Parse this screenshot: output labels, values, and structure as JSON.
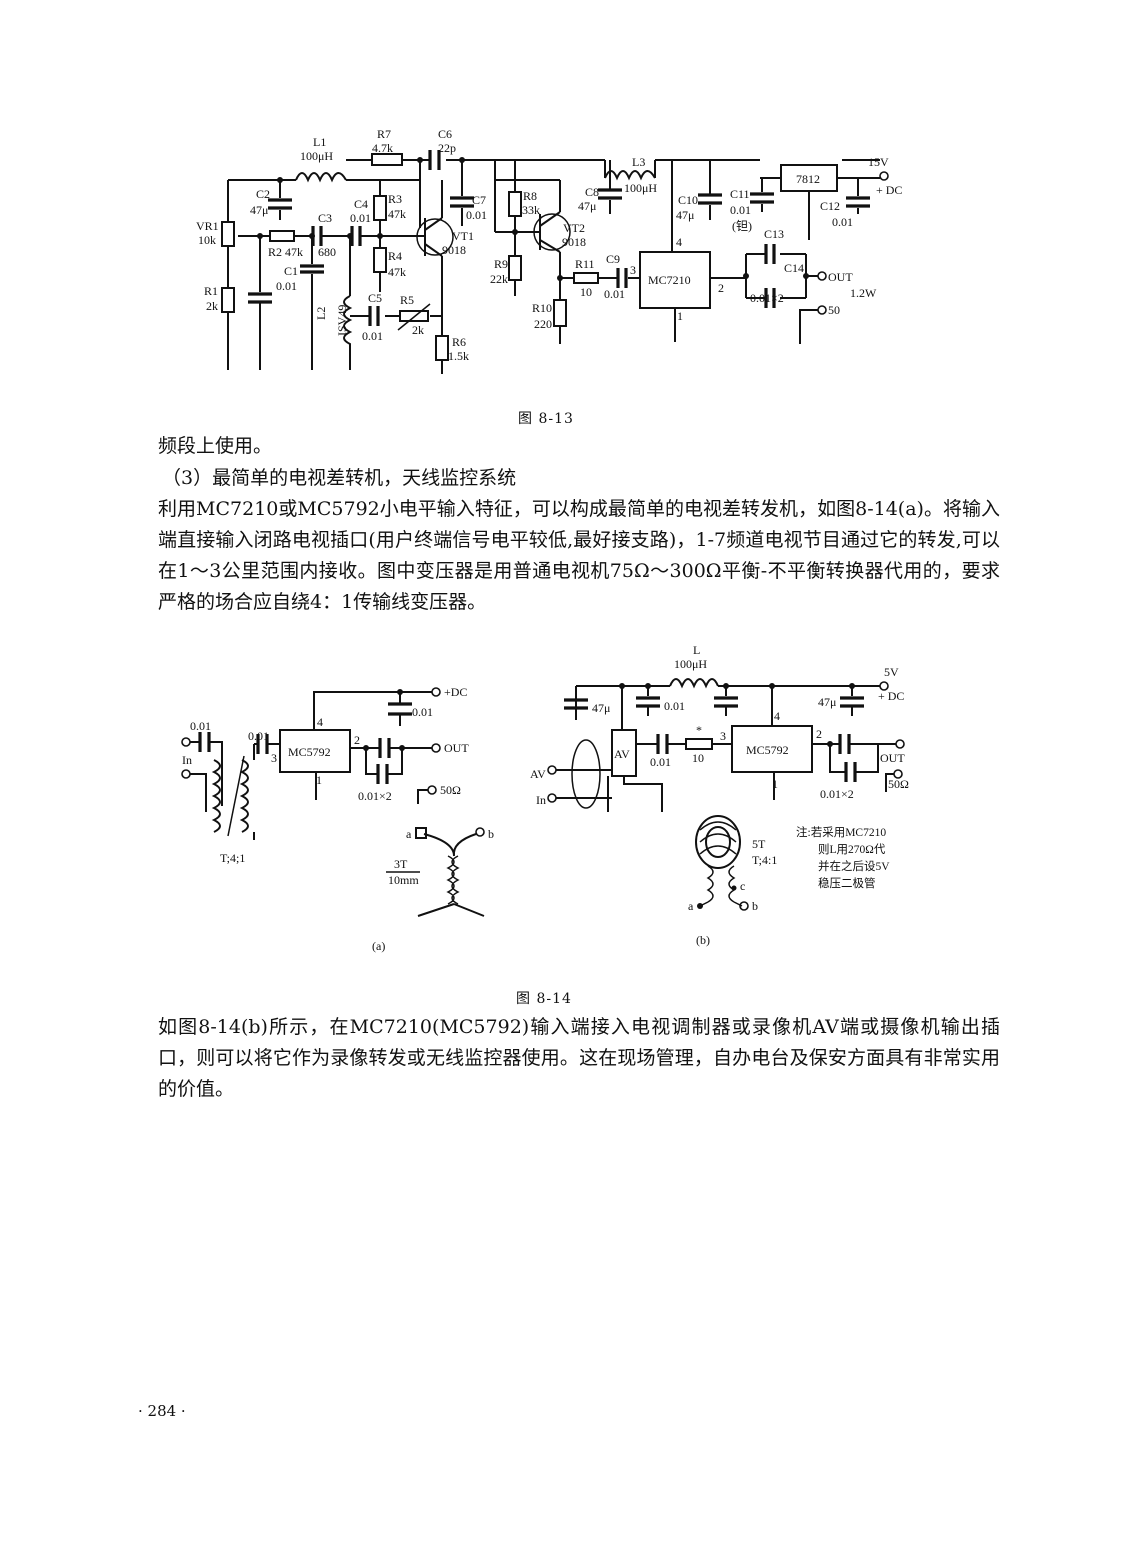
{
  "fig813": {
    "caption": "图  8-13",
    "labels": {
      "L1": "L1",
      "L1v": "100μH",
      "R7": "R7",
      "R7v": "4.7k",
      "C6": "C6",
      "C6v": "22p",
      "L3": "L3",
      "L3v": "100μH",
      "IC7812": "7812",
      "v15": "15V",
      "dc": "+ DC",
      "C2": "C2",
      "C2v": "47μ",
      "VR1": "VR1",
      "VR1v": "10k",
      "R2": "R2 47k",
      "C3": "C3",
      "C3v": "680",
      "C4": "C4",
      "C4v": "0.01",
      "R3": "R3",
      "R3v": "47k",
      "VT1": "VT1",
      "VT1v": "9018",
      "C7": "C7",
      "C7v": "0.01",
      "R8": "R8",
      "R8v": "33k",
      "VT2": "VT2",
      "VT2v": "9018",
      "C8": "C8",
      "C8v": "47μ",
      "C10": "C10",
      "C10v": "47μ",
      "C11": "C11",
      "C11v": "0.01",
      "C11t": "(钽)",
      "C12": "C12",
      "C12v": "0.01",
      "C1": "C1",
      "C1v": "0.01",
      "R1": "R1",
      "R1v": "2k",
      "R4": "R4",
      "R4v": "47k",
      "L2": "L2",
      "ISV49": "ISV49",
      "C5": "C5",
      "C5v": "0.01",
      "R5": "R5",
      "R5v": "2k",
      "R6": "R6",
      "R6v": "1.5k",
      "R9": "R9",
      "R9v": "22k",
      "R10": "R10",
      "R10v": "220",
      "R11": "R11",
      "R11v": "10",
      "C9": "C9",
      "C9v": "0.01",
      "IC": "MC7210",
      "p4": "4",
      "p3": "3",
      "p2": "2",
      "p1": "1",
      "C13": "C13",
      "C14": "C14",
      "cx2": "0.01×2",
      "out": "OUT",
      "pw": "1.2W",
      "z50": "50"
    }
  },
  "text": {
    "line1": "频段上使用。",
    "heading3": "（3）最简单的电视差转机，天线监控系统",
    "para1": "利用MC7210或MC5792小电平输入特征，可以构成最简单的电视差转发机，如图8-14(a)。将输入端直接输入闭路电视插口(用户终端信号电平较低,最好接支路)，1-7频道电视节目通过它的转发,可以在1～3公里范围内接收。图中变压器是用普通电视机75Ω～300Ω平衡-不平衡转换器代用的，要求严格的场合应自绕4：1传输线变压器。",
    "para2": "如图8-14(b)所示，在MC7210(MC5792)输入端接入电视调制器或录像机AV端或摄像机输出插口，则可以将它作为录像转发或无线监控器使用。这在现场管理，自办电台及保安方面具有非常实用的价值。"
  },
  "fig814a": {
    "sub": "(a)",
    "labels": {
      "c1": "0.01",
      "in": "In",
      "c2": "0.01",
      "p3": "3",
      "ic": "MC5792",
      "p4": "4",
      "p2": "2",
      "p1": "1",
      "dc": "+DC",
      "cdc": "0.01",
      "out": "OUT",
      "cx2": "0.01×2",
      "z50": "50Ω",
      "t41": "T;4;1",
      "a": "a",
      "b": "b",
      "t3": "3T",
      "mm": "10mm"
    }
  },
  "fig814b": {
    "sub": "(b)",
    "labels": {
      "L": "L",
      "Lv": "100μH",
      "v5": "5V",
      "dc": "+ DC",
      "c47a": "47μ",
      "c001": "0.01",
      "c47b": "47μ",
      "av": "AV",
      "avin": "AV",
      "in": "In",
      "c3": "0.01",
      "star": "*",
      "r10": "10",
      "ic": "MC5792",
      "p4": "4",
      "p3": "3",
      "p2": "2",
      "p1": "1",
      "out": "OUT",
      "cx2": "0.01×2",
      "z50": "50Ω",
      "t5": "5T",
      "t41": "T;4:1",
      "a": "a",
      "b": "b",
      "c": "c",
      "note1": "注:若采用MC7210",
      "note2": "则L用270Ω代",
      "note3": "并在之后设5V",
      "note4": "稳压二极管"
    }
  },
  "fig814": {
    "caption": "图  8-14"
  },
  "page": {
    "number": "· 284 ·"
  }
}
